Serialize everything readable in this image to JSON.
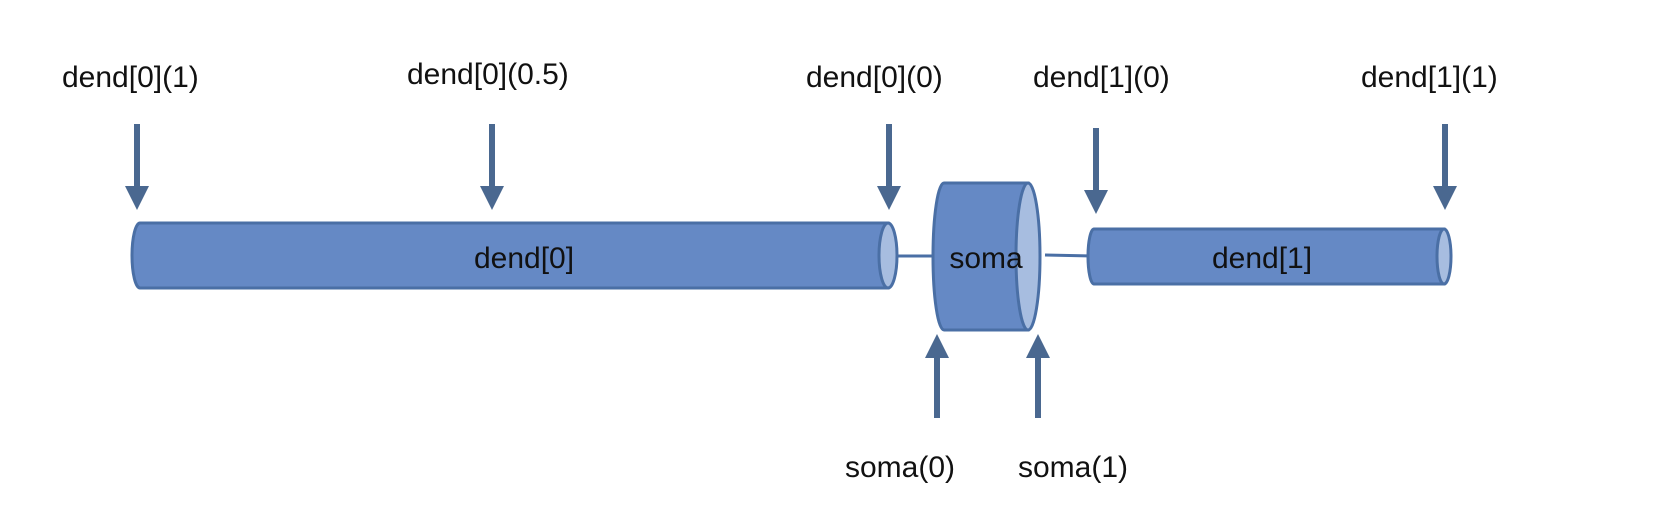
{
  "colors": {
    "body_fill": "#6589c5",
    "body_stroke": "#4a6fa5",
    "end_cap_fill": "#a7bde0",
    "arrow": "#4a6890",
    "text": "#111111"
  },
  "sections": {
    "dend0": {
      "name": "dend[0]"
    },
    "soma": {
      "name": "soma"
    },
    "dend1": {
      "name": "dend[1]"
    }
  },
  "position_labels": {
    "dend0_1": "dend[0](1)",
    "dend0_05": "dend[0](0.5)",
    "dend0_0": "dend[0](0)",
    "dend1_0": "dend[1](0)",
    "dend1_1": "dend[1](1)",
    "soma_0": "soma(0)",
    "soma_1": "soma(1)"
  },
  "icons": [
    "arrow-down-icon",
    "arrow-up-icon"
  ]
}
